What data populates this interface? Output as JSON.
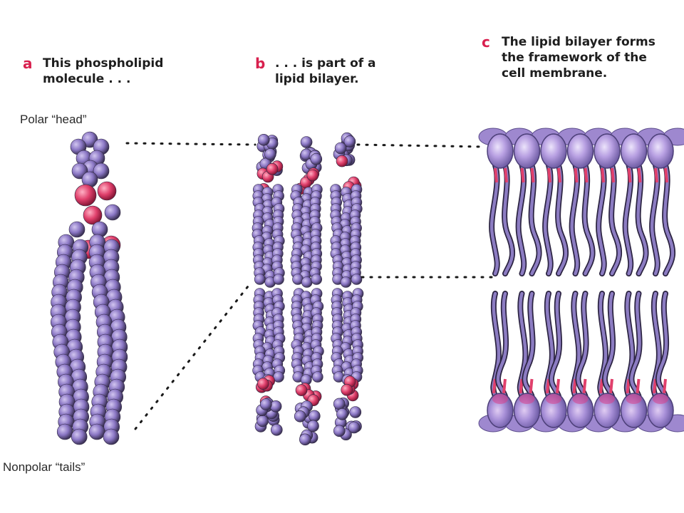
{
  "panels": [
    {
      "letter": "a",
      "lines": [
        "This phospholipid",
        "molecule . . ."
      ]
    },
    {
      "letter": "b",
      "lines": [
        ". . . is part of a",
        "lipid bilayer."
      ]
    },
    {
      "letter": "c",
      "lines": [
        "The lipid bilayer forms",
        "the framework of the",
        "cell membrane."
      ]
    }
  ],
  "labels": {
    "head": "Polar “head”",
    "tails": "Nonpolar “tails”"
  },
  "colors": {
    "accent": "#d8204e",
    "atom": "#8a76c4",
    "atom_dark": "#3d3358",
    "polar": "#e0406c",
    "head": "#b8a0e2"
  }
}
